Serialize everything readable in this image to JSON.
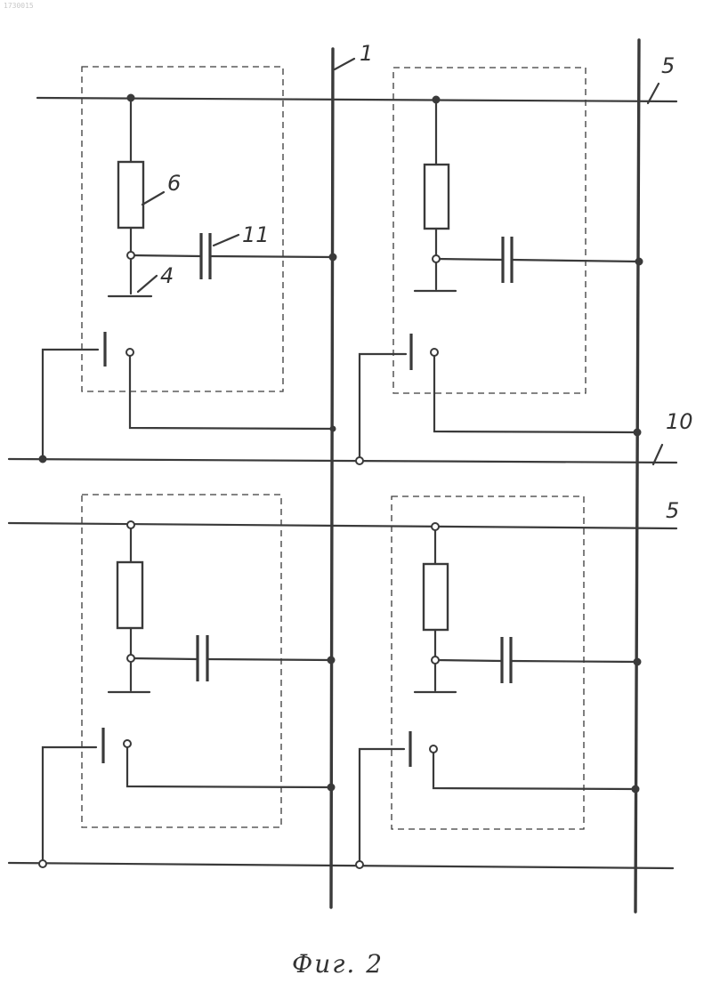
{
  "corner_mark": "1730015",
  "caption": "Фиг. 2",
  "labels": {
    "column_bus": "1",
    "row_bus_top": "5",
    "row_bus_bottom": "5",
    "ground": "4",
    "resistor": "6",
    "row_line": "10",
    "capacitor": "11"
  },
  "colors": {
    "ink": "#3a3a3a",
    "background": "#ffffff"
  }
}
